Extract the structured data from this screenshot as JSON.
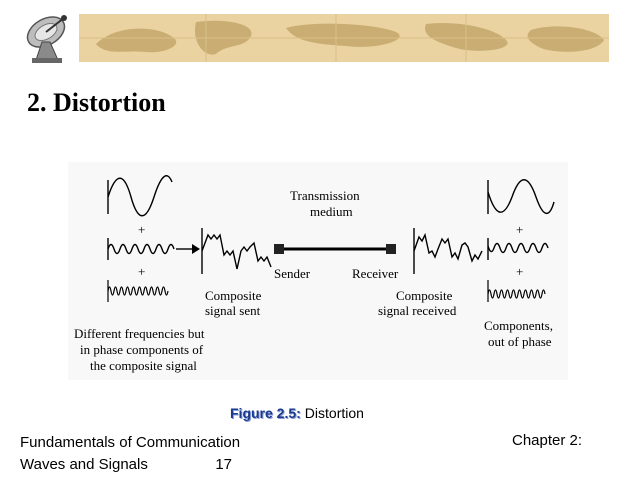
{
  "slide": {
    "title": "2. Distortion"
  },
  "figure": {
    "transmission_medium": [
      "Transmission",
      "medium"
    ],
    "sender": "Sender",
    "receiver": "Receiver",
    "composite_sent": [
      "Composite",
      "signal sent"
    ],
    "composite_received": [
      "Composite",
      "signal received"
    ],
    "left_note": [
      "Different frequencies but",
      "in phase components of",
      "the composite signal"
    ],
    "right_note": [
      "Components,",
      "out of phase"
    ],
    "plus": "+"
  },
  "caption": {
    "label": "Figure 2.5:",
    "text": "Distortion"
  },
  "footer": {
    "left_line1": "Fundamentals of Communication",
    "left_line2": "Waves and Signals",
    "page_number": "17",
    "right": "Chapter 2:"
  },
  "colors": {
    "banner_map": "#ead3a0",
    "caption_label": "#1b3a8c"
  }
}
